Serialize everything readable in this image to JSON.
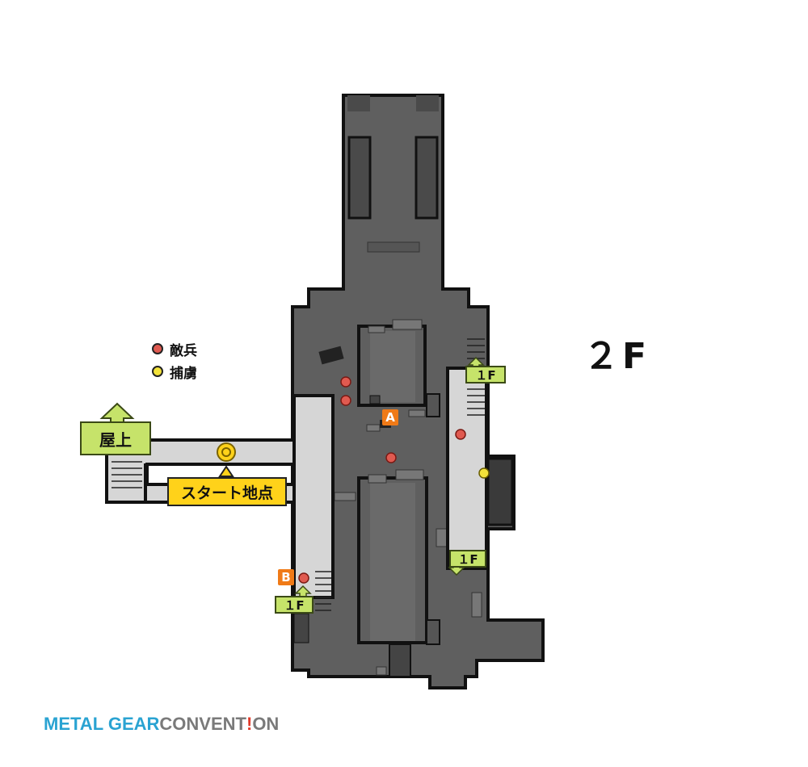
{
  "floor": "２F",
  "legend": {
    "enemy": {
      "label": "敵兵",
      "color": "#e05a50"
    },
    "hostage": {
      "label": "捕虜",
      "color": "#f2e23a"
    }
  },
  "labels": {
    "rooftop": "屋上",
    "start": "スタート地点",
    "stairs_1f_top": "１F",
    "stairs_1f_mid": "１F",
    "stairs_1f_bottom": "１F",
    "point_a": "A",
    "point_b": "B"
  },
  "logo": {
    "part1": "METAL GEAR",
    "part2": "CONVENT",
    "bang": "!",
    "part3": "ON"
  },
  "colors": {
    "floor_dark": "#5f5f5f",
    "floor_light": "#d6d6d6",
    "wall": "#111111",
    "start": "#ffd21a",
    "stairs_tag": "#c6e36a",
    "marker_tag": "#f07a17"
  }
}
